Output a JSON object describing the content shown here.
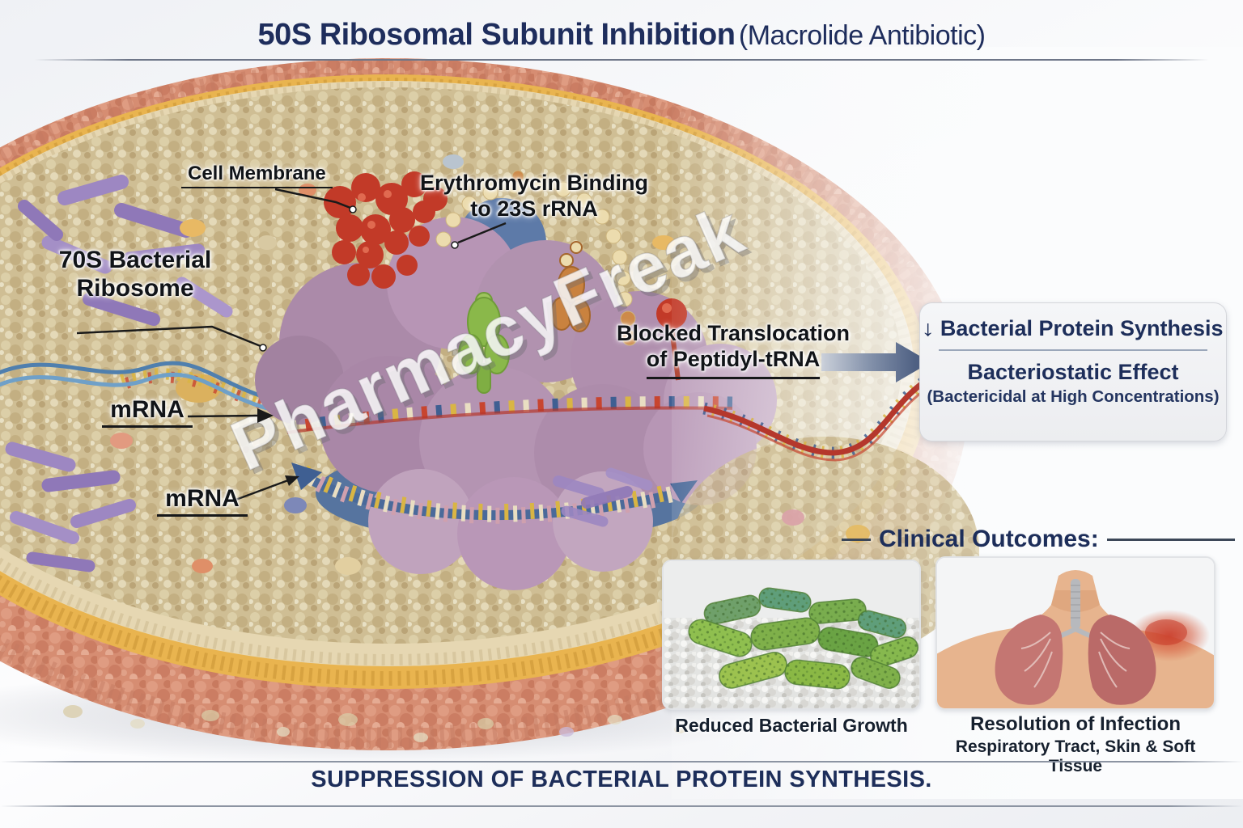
{
  "header": {
    "title": "50S Ribosomal Subunit Inhibition",
    "subtitle": "(Macrolide Antibiotic)"
  },
  "watermark": "PharmacyFreak",
  "labels": {
    "cell_membrane": "Cell Membrane",
    "erythromycin_l1": "Erythromycin Binding",
    "erythromycin_l2": "to 23S rRNA",
    "ribosome_l1": "70S Bacterial",
    "ribosome_l2": "Ribosome",
    "mrna_top": "mRNA",
    "mrna_bottom": "mRNA",
    "blocked_l1": "Blocked Translocation",
    "blocked_l2": "of Peptidyl-tRNA"
  },
  "effects": {
    "arrow_glyph": "↓",
    "line1": "Bacterial Protein Synthesis",
    "line2": "Bacteriostatic Effect",
    "line3": "(Bactericidal at High Concentrations)"
  },
  "clinical": {
    "heading": "Clinical Outcomes:",
    "card1_caption": "Reduced Bacterial Growth",
    "card2_caption_l1": "Resolution of Infection",
    "card2_caption_l2": "Respiratory Tract, Skin & Soft Tissue"
  },
  "footer": {
    "banner": "SUPPRESSION OF BACTERIAL PROTEIN SYNTHESIS."
  },
  "colors": {
    "title_navy": "#1e2d5c",
    "membrane_salmon": "#d68d72",
    "membrane_yellow": "#e9b44f",
    "cytoplasm_tan": "#cfbe94",
    "ribosome_mauve": "#b494b2",
    "subunit_blue": "#5d7aa8",
    "erythromycin_red": "#c23a28",
    "trna_green": "#8ab84a",
    "bacteria_green": "#7fb04a",
    "infection_red": "#d24a34"
  }
}
